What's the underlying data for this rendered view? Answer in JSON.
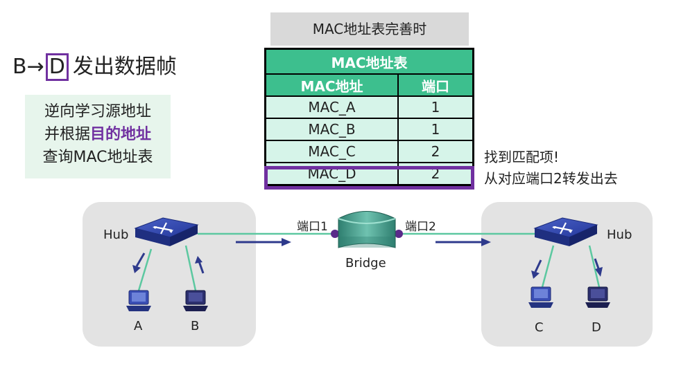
{
  "heading": {
    "prefix": "B→",
    "boxed": "D",
    "suffix": "发出数据帧"
  },
  "learn_box": {
    "line1": "逆向学习源地址",
    "line2_prefix": "并根据",
    "line2_highlight": "目的地址",
    "line3": "查询MAC地址表"
  },
  "table_caption": "MAC地址表完善时",
  "mac_table": {
    "title": "MAC地址表",
    "headers": [
      "MAC地址",
      "端口"
    ],
    "rows": [
      {
        "mac": "MAC_A",
        "port": "1"
      },
      {
        "mac": "MAC_B",
        "port": "1"
      },
      {
        "mac": "MAC_C",
        "port": "2"
      },
      {
        "mac": "MAC_D",
        "port": "2"
      }
    ],
    "matched_row": 3
  },
  "match_note": {
    "line1": "找到匹配项!",
    "line2": "从对应端口2转发出去"
  },
  "network": {
    "left_hub_label": "Hub",
    "right_hub_label": "Hub",
    "bridge_label": "Bridge",
    "port1_label": "端口1",
    "port2_label": "端口2",
    "hosts": [
      "A",
      "B",
      "C",
      "D"
    ]
  },
  "colors": {
    "accent_purple": "#7030a0",
    "table_green": "#3dbf8e",
    "table_row": "#d6f4e9",
    "link_green": "#5cc8a0",
    "arrow_navy": "#2e3a8c",
    "lan_bg": "#e3e3e3"
  }
}
